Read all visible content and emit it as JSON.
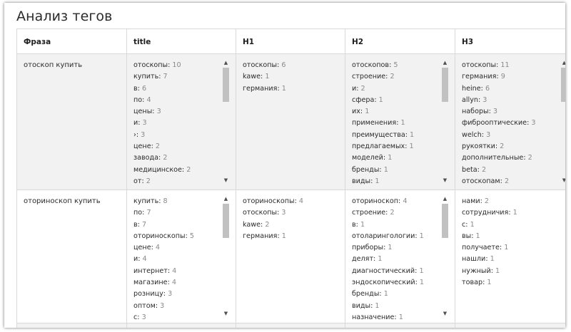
{
  "page": {
    "title": "Анализ тегов"
  },
  "table": {
    "headers": [
      "Фраза",
      "title",
      "H1",
      "H2",
      "H3"
    ],
    "rows": [
      {
        "phrase": "отоскоп купить",
        "title": [
          {
            "word": "отоскопы",
            "count": "10"
          },
          {
            "word": "купить",
            "count": "7"
          },
          {
            "word": "в",
            "count": "6"
          },
          {
            "word": "по",
            "count": "4"
          },
          {
            "word": "цены",
            "count": "3"
          },
          {
            "word": "и",
            "count": "3"
          },
          {
            "word": "›",
            "count": "3"
          },
          {
            "word": "цене",
            "count": "2"
          },
          {
            "word": "завода",
            "count": "2"
          },
          {
            "word": "медицинское",
            "count": "2"
          },
          {
            "word": "от",
            "count": "2"
          }
        ],
        "h1": [
          {
            "word": "отоскопы",
            "count": "6"
          },
          {
            "word": "kawe",
            "count": "1"
          },
          {
            "word": "германия",
            "count": "1"
          }
        ],
        "h2": [
          {
            "word": "отоскопов",
            "count": "5"
          },
          {
            "word": "строение",
            "count": "2"
          },
          {
            "word": "и",
            "count": "2"
          },
          {
            "word": "сфера",
            "count": "1"
          },
          {
            "word": "их",
            "count": "1"
          },
          {
            "word": "применения",
            "count": "1"
          },
          {
            "word": "преимущества",
            "count": "1"
          },
          {
            "word": "предлагаемых",
            "count": "1"
          },
          {
            "word": "моделей",
            "count": "1"
          },
          {
            "word": "бренды",
            "count": "1"
          },
          {
            "word": "виды",
            "count": "1"
          }
        ],
        "h3": [
          {
            "word": "отоскопы",
            "count": "11"
          },
          {
            "word": "германия",
            "count": "9"
          },
          {
            "word": "heine",
            "count": "6"
          },
          {
            "word": "allyn",
            "count": "3"
          },
          {
            "word": "наборы",
            "count": "3"
          },
          {
            "word": "фиброоптические",
            "count": "3"
          },
          {
            "word": "welch",
            "count": "3"
          },
          {
            "word": "рукоятки",
            "count": "2"
          },
          {
            "word": "дополнительные",
            "count": "2"
          },
          {
            "word": "beta",
            "count": "2"
          },
          {
            "word": "отоскопам",
            "count": "2"
          }
        ]
      },
      {
        "phrase": "оториноскоп купить",
        "title": [
          {
            "word": "купить",
            "count": "8"
          },
          {
            "word": "по",
            "count": "7"
          },
          {
            "word": "в",
            "count": "7"
          },
          {
            "word": "оториноскопы",
            "count": "5"
          },
          {
            "word": "цене",
            "count": "4"
          },
          {
            "word": "и",
            "count": "4"
          },
          {
            "word": "интернет",
            "count": "4"
          },
          {
            "word": "магазине",
            "count": "4"
          },
          {
            "word": "розницу",
            "count": "3"
          },
          {
            "word": "оптом",
            "count": "3"
          },
          {
            "word": "с",
            "count": "3"
          }
        ],
        "h1": [
          {
            "word": "оториноскопы",
            "count": "4"
          },
          {
            "word": "отоскопы",
            "count": "3"
          },
          {
            "word": "kawe",
            "count": "2"
          },
          {
            "word": "германия",
            "count": "1"
          }
        ],
        "h2": [
          {
            "word": "оториноскоп",
            "count": "4"
          },
          {
            "word": "строение",
            "count": "2"
          },
          {
            "word": "в",
            "count": "1"
          },
          {
            "word": "отоларингологии",
            "count": "1"
          },
          {
            "word": "приборы",
            "count": "1"
          },
          {
            "word": "делят",
            "count": "1"
          },
          {
            "word": "диагностический",
            "count": "1"
          },
          {
            "word": "эндоскопический",
            "count": "1"
          },
          {
            "word": "бренды",
            "count": "1"
          },
          {
            "word": "виды",
            "count": "1"
          },
          {
            "word": "назначение",
            "count": "1"
          }
        ],
        "h3": [
          {
            "word": "нами",
            "count": "2"
          },
          {
            "word": "сотрудничия",
            "count": "1"
          },
          {
            "word": "с",
            "count": "1"
          },
          {
            "word": "вы",
            "count": "1"
          },
          {
            "word": "получаете",
            "count": "1"
          },
          {
            "word": "нашли",
            "count": "1"
          },
          {
            "word": "нужный",
            "count": "1"
          },
          {
            "word": "товар",
            "count": "1"
          }
        ]
      }
    ]
  },
  "icons": {
    "scroll_up": "▲",
    "scroll_down": "▼"
  },
  "colors": {
    "row_shaded": "#f2f2f2",
    "grid_line": "#d9d9d9",
    "count_text": "#8a8a8a"
  }
}
